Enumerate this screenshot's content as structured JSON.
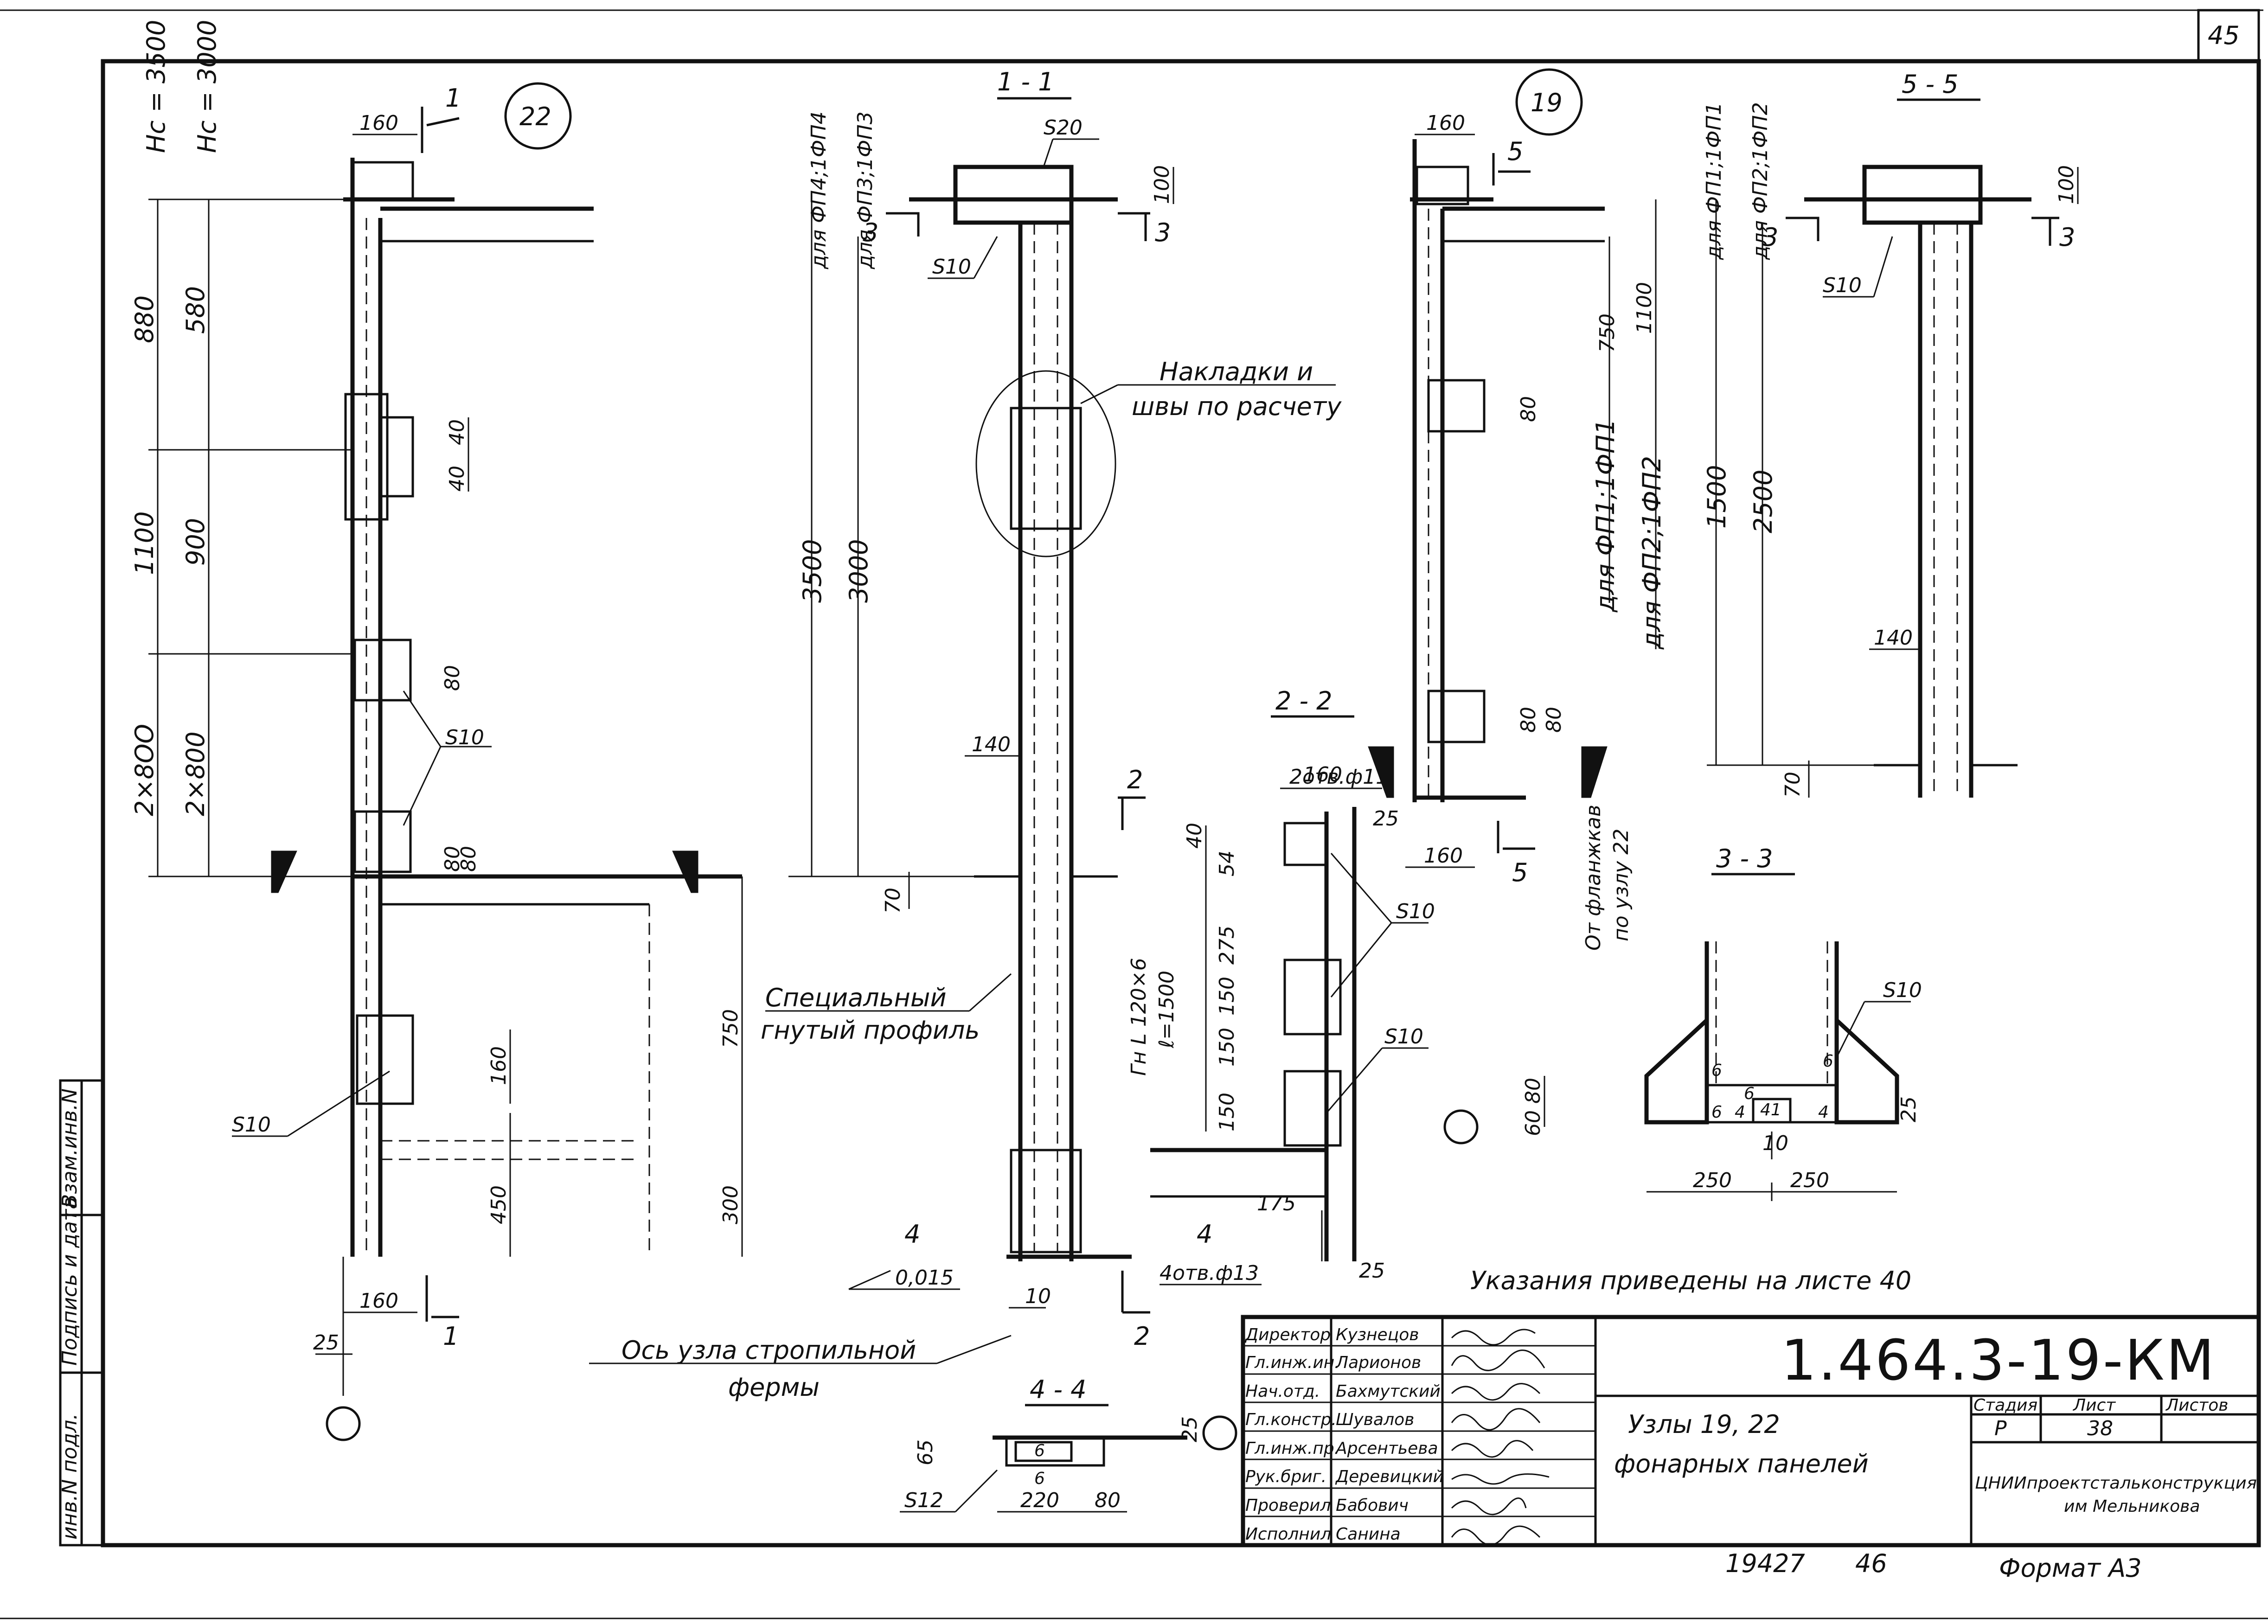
{
  "page_number": "45",
  "nodes": {
    "node22": "22",
    "node19": "19"
  },
  "sections": {
    "s11": "1 - 1",
    "s22": "2 - 2",
    "s33": "3 - 3",
    "s44": "4 - 4",
    "s55": "5 - 5"
  },
  "section_marks": [
    "1",
    "2",
    "3",
    "4",
    "5"
  ],
  "node22_dims": {
    "hc3500": "Hc = 3500",
    "hc3000": "Hc = 3000",
    "d160_top": "160",
    "d880": "880",
    "d580": "580",
    "d1100": "1100",
    "d900": "900",
    "d2x800a": "2×8ОО",
    "d2x800b": "2×800",
    "d40a": "40",
    "d40b": "40",
    "d80a": "80",
    "d80b": "80",
    "d80c": "80",
    "s10a": "S10",
    "s10b": "S10",
    "d750": "750",
    "d160_mid": "160",
    "d450": "450",
    "d300": "300",
    "d160_bot": "160",
    "d25": "25"
  },
  "sec11_dims": {
    "s20": "S20",
    "d100": "100",
    "s10": "S10",
    "for_fp4": "для ФП4;1ФП4",
    "for_fp3": "для ФП3;1ФП3",
    "d3500": "3500",
    "d3000": "3000",
    "note_plates1": "Накладки и",
    "note_plates2": "швы по расчету",
    "d140": "140",
    "d70": "70",
    "special1": "Специальный",
    "special2": "гнутый профиль",
    "slope": "0,015",
    "d10": "10",
    "axis1": "Ось узла стропильной",
    "axis2": "фермы"
  },
  "sec22_dims": {
    "holes11": "2отв.ф11",
    "d160": "160",
    "d40": "40",
    "d54": "54",
    "d275": "275",
    "d150a": "150",
    "d150b": "150",
    "d150c": "150",
    "angle": "Гн L 120×6",
    "length": "ℓ=1500",
    "s10a": "S10",
    "s10b": "S10",
    "d175": "175",
    "d25": "25",
    "holes13": "4отв.ф13"
  },
  "sec44_dims": {
    "d65": "65",
    "d6a": "6",
    "d6b": "6",
    "d25": "25",
    "s12": "S12",
    "d220": "220",
    "d80": "80"
  },
  "node19_dims": {
    "d160_top": "160",
    "d750": "750",
    "d1100": "1100",
    "d80a": "80",
    "d80b": "80",
    "d80c": "80",
    "for_fp1": "для ФП1;1ФП1",
    "for_fp2": "для ФП2;1ФП2",
    "d25": "25",
    "d160_bot": "160",
    "from_flange1": "От фланжкав",
    "from_flange2": "по узлу 22"
  },
  "sec55_dims": {
    "for_fp1": "для ФП1;1ФП1",
    "for_fp2": "для ФП2;1ФП2",
    "d100": "100",
    "s10": "S10",
    "d1500": "1500",
    "d2500": "2500",
    "d140": "140",
    "d70": "70"
  },
  "sec33_dims": {
    "s10": "S10",
    "d6a": "6",
    "d6b": "6",
    "d6c": "6",
    "d6d": "6",
    "d4a": "4",
    "d4b": "4",
    "d41": "41",
    "d60": "60",
    "d80": "80",
    "d25": "25",
    "d10": "10",
    "d250a": "250",
    "d250b": "250"
  },
  "instructions": "Указания приведены на листе 40",
  "side_stamp": {
    "col1": "инв.N подл.",
    "col2": "Подпись и дата",
    "col3": "Взам.инв.N"
  },
  "title_block": {
    "code": "1.464.3-19-КМ",
    "title_line1": "Узлы 19, 22",
    "title_line2": "фонарных панелей",
    "stage_label": "Стадия",
    "sheet_label": "Лист",
    "sheets_label": "Листов",
    "stage": "Р",
    "sheet": "38",
    "org_line1": "ЦНИИпроектстальконструкция",
    "org_line2": "им Мельникова",
    "roles": [
      {
        "role": "Директор",
        "name": "Кузнецов"
      },
      {
        "role": "Гл.инж.ин.",
        "name": "Ларионов"
      },
      {
        "role": "Нач.отд.",
        "name": "Бахмутский"
      },
      {
        "role": "Гл.констр.",
        "name": "Шувалов"
      },
      {
        "role": "Гл.инж.пр.",
        "name": "Арсентьева"
      },
      {
        "role": "Рук.бриг.",
        "name": "Деревицкий"
      },
      {
        "role": "Проверил",
        "name": "Бабович"
      },
      {
        "role": "Исполнил",
        "name": "Санина"
      }
    ]
  },
  "bottom": {
    "number": "19427",
    "number2": "46",
    "format": "Формат А3"
  }
}
